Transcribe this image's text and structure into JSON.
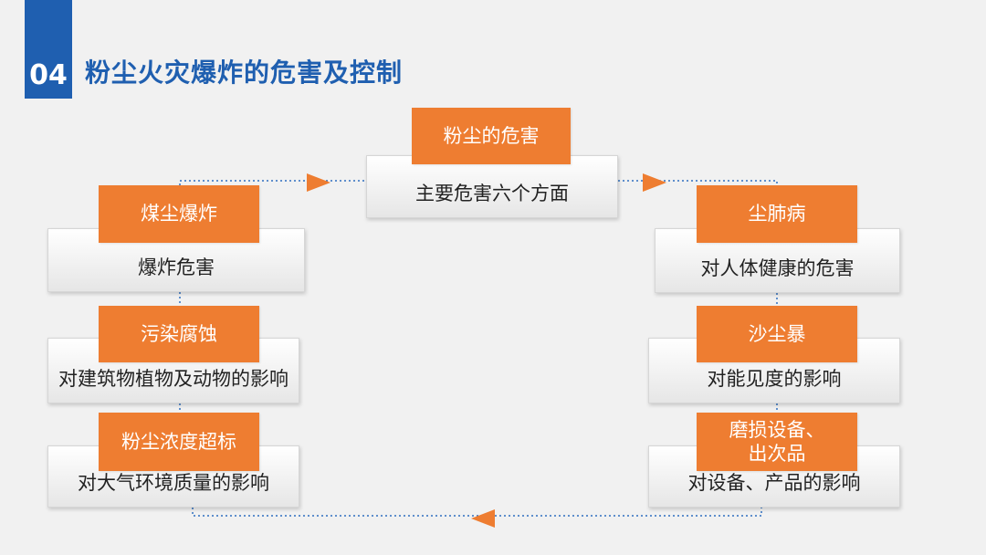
{
  "header": {
    "section_number": "04",
    "title": "粉尘火灾爆炸的危害及控制"
  },
  "center": {
    "tag": "粉尘的危害",
    "desc": "主要危害六个方面"
  },
  "left_items": [
    {
      "tag": "煤尘爆炸",
      "desc": "爆炸危害"
    },
    {
      "tag": "污染腐蚀",
      "desc": "对建筑物植物及动物的影响"
    },
    {
      "tag": "粉尘浓度超标",
      "desc": "对大气环境质量的影响"
    }
  ],
  "right_items": [
    {
      "tag": "尘肺病",
      "desc": "对人体健康的危害"
    },
    {
      "tag": "沙尘暴",
      "desc": "对能见度的影响"
    },
    {
      "tag": "磨损设备、\n出次品",
      "desc": "对设备、产品的影响"
    }
  ],
  "colors": {
    "accent_orange": "#ee7d31",
    "brand_blue": "#1f5fb0",
    "connector_blue": "#2f6fc0"
  }
}
